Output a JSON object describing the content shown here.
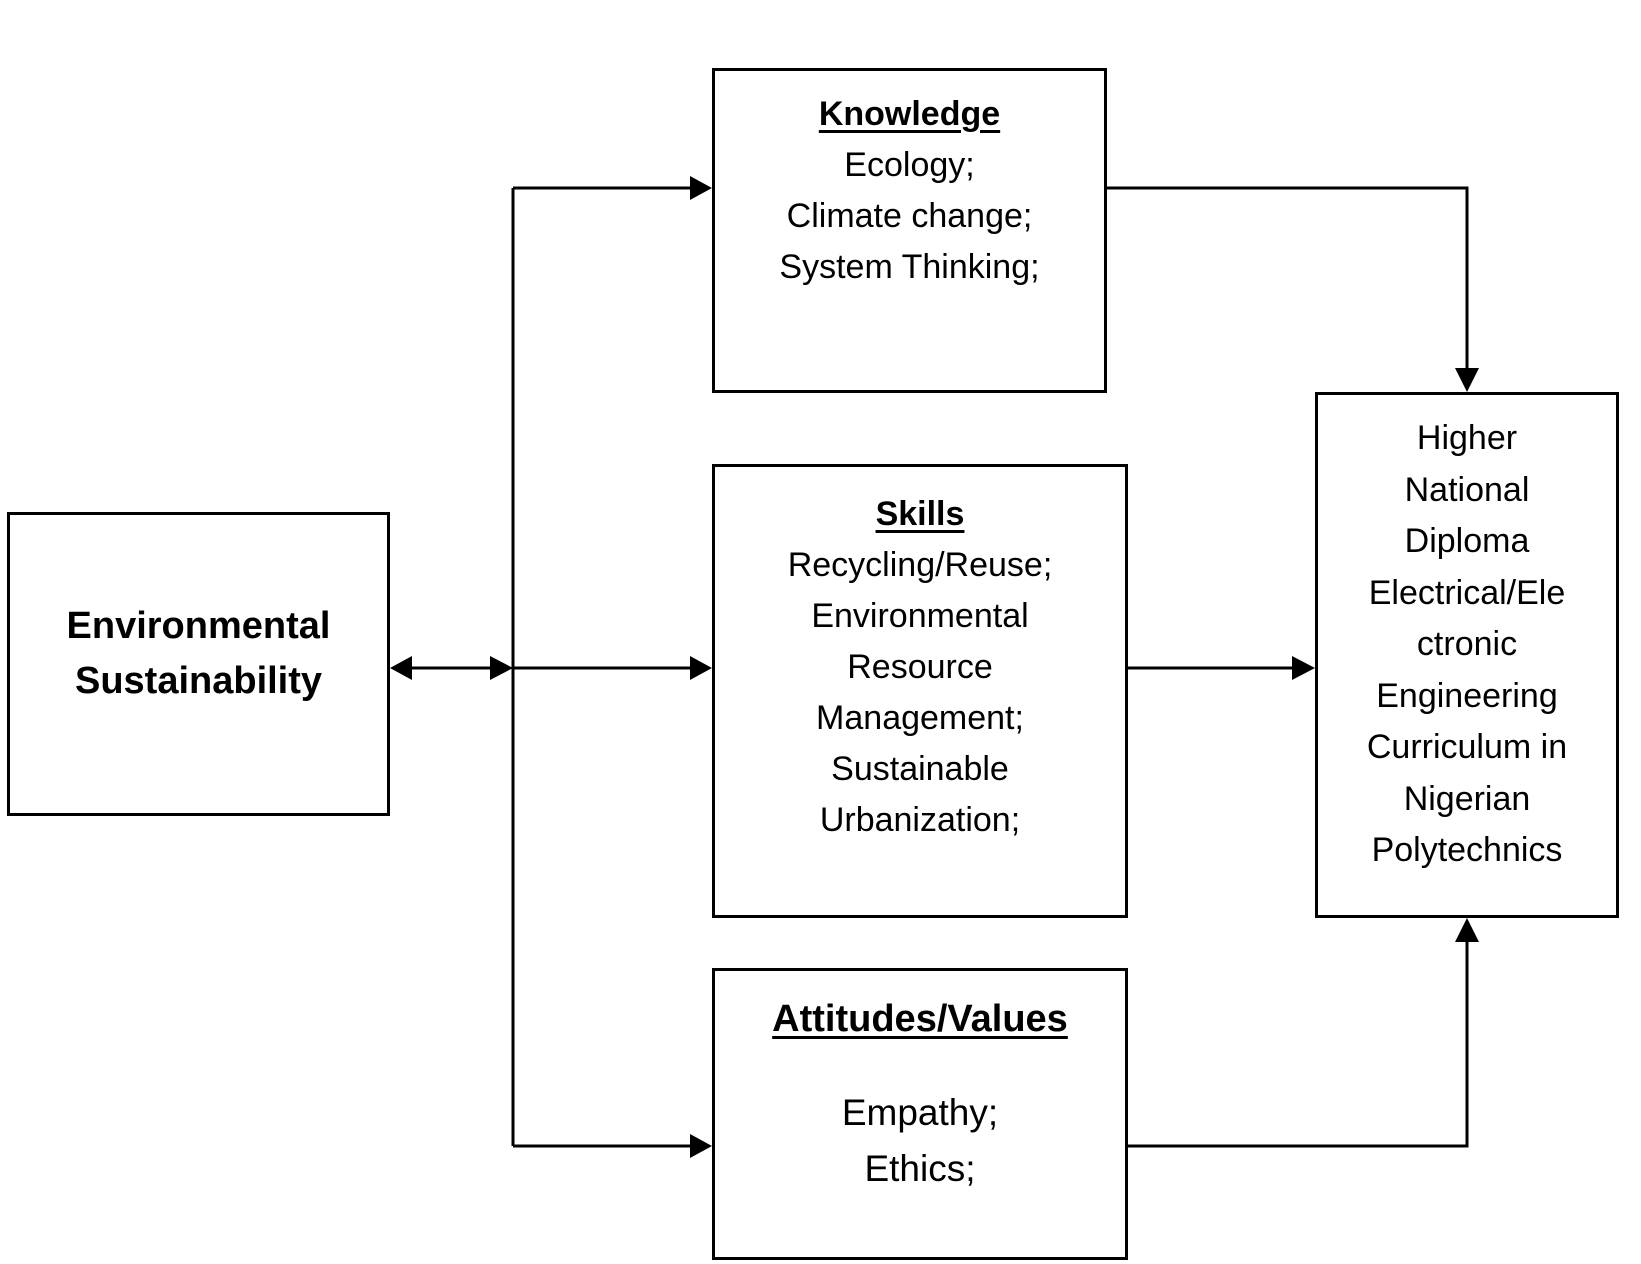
{
  "diagram": {
    "type": "conceptual-framework",
    "source_node": {
      "id": "env",
      "lines": [
        "Environmental",
        "Sustainability"
      ]
    },
    "middle_nodes": [
      {
        "id": "knowledge",
        "title": "Knowledge",
        "items": [
          "Ecology;",
          "Climate change;",
          "System Thinking;"
        ]
      },
      {
        "id": "skills",
        "title": "Skills",
        "items": [
          "Recycling/Reuse;",
          "Environmental",
          "Resource",
          "Management;",
          "Sustainable",
          "Urbanization;"
        ]
      },
      {
        "id": "attitudes",
        "title": "Attitudes/Values",
        "items": [
          "Empathy;",
          "Ethics;"
        ]
      }
    ],
    "target_node": {
      "id": "curriculum",
      "lines": [
        "Higher",
        "National",
        "Diploma",
        "Electrical/Ele",
        "ctronic",
        "Engineering",
        "Curriculum in",
        "Nigerian",
        "Polytechnics"
      ]
    },
    "edges": [
      {
        "from": "env",
        "to": "trunk",
        "style": "bidirectional"
      },
      {
        "from": "trunk",
        "to": "knowledge",
        "style": "arrow"
      },
      {
        "from": "trunk",
        "to": "skills",
        "style": "arrow"
      },
      {
        "from": "trunk",
        "to": "attitudes",
        "style": "arrow"
      },
      {
        "from": "knowledge",
        "to": "curriculum",
        "style": "arrow",
        "entry": "top"
      },
      {
        "from": "skills",
        "to": "curriculum",
        "style": "arrow",
        "entry": "left"
      },
      {
        "from": "attitudes",
        "to": "curriculum",
        "style": "arrow",
        "entry": "bottom"
      }
    ],
    "colors": {
      "stroke": "#000000",
      "background": "#ffffff"
    }
  }
}
